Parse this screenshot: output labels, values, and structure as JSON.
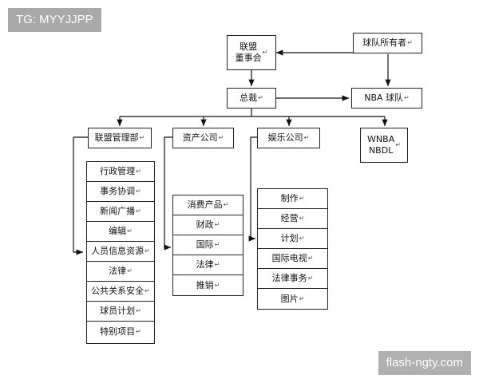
{
  "watermarks": {
    "top_left": "TG: MYYJJPP",
    "bottom_right": "flash-ngty.com"
  },
  "mark": "↵",
  "nodes": {
    "board": "联盟\n董事会",
    "owners": "球队所有者",
    "president": "总裁",
    "nba_teams": "NBA 球队",
    "league_mgmt": "联盟管理部",
    "asset_co": "资产公司",
    "ent_co": "娱乐公司",
    "wnba": "WNBA\nNBDL"
  },
  "league_depts": [
    "行政管理",
    "事务协调",
    "新闻广播",
    "编辑",
    "人员信息资源",
    "法律",
    "公共关系安全",
    "球员计划",
    "特别项目"
  ],
  "asset_depts": [
    "消费产品",
    "财政",
    "国际",
    "法律",
    "推销"
  ],
  "ent_depts": [
    "制作",
    "经营",
    "计划",
    "国际电视",
    "法律事务",
    "图片"
  ]
}
